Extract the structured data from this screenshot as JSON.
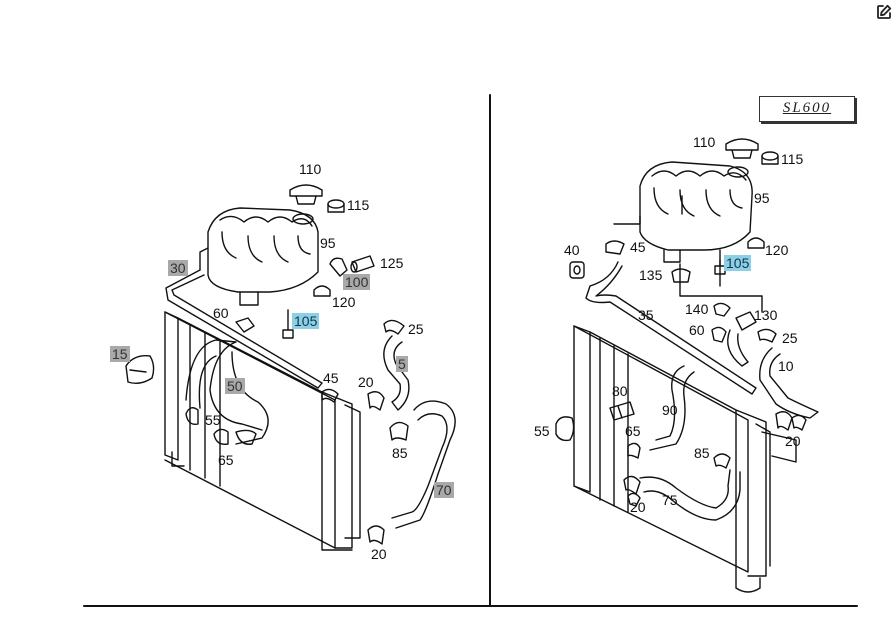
{
  "toolbar": {
    "edit_icon": "edit-icon"
  },
  "variant_badge": "SL600",
  "left_panel": {
    "callouts": [
      {
        "id": "l110",
        "text": "110",
        "highlight": "none"
      },
      {
        "id": "l115",
        "text": "115",
        "highlight": "none"
      },
      {
        "id": "l95",
        "text": "95",
        "highlight": "none"
      },
      {
        "id": "l125",
        "text": "125",
        "highlight": "none"
      },
      {
        "id": "l100",
        "text": "100",
        "highlight": "gray"
      },
      {
        "id": "l120",
        "text": "120",
        "highlight": "none"
      },
      {
        "id": "l30",
        "text": "30",
        "highlight": "gray"
      },
      {
        "id": "l60",
        "text": "60",
        "highlight": "none"
      },
      {
        "id": "l105",
        "text": "105",
        "highlight": "blue"
      },
      {
        "id": "l25",
        "text": "25",
        "highlight": "none"
      },
      {
        "id": "l5",
        "text": "5",
        "highlight": "gray"
      },
      {
        "id": "l15",
        "text": "15",
        "highlight": "gray"
      },
      {
        "id": "l45",
        "text": "45",
        "highlight": "none"
      },
      {
        "id": "l20a",
        "text": "20",
        "highlight": "none"
      },
      {
        "id": "l50",
        "text": "50",
        "highlight": "gray"
      },
      {
        "id": "l55",
        "text": "55",
        "highlight": "none"
      },
      {
        "id": "l65",
        "text": "65",
        "highlight": "none"
      },
      {
        "id": "l85",
        "text": "85",
        "highlight": "none"
      },
      {
        "id": "l70",
        "text": "70",
        "highlight": "gray"
      },
      {
        "id": "l20b",
        "text": "20",
        "highlight": "none"
      }
    ]
  },
  "right_panel": {
    "callouts": [
      {
        "id": "r110",
        "text": "110",
        "highlight": "none"
      },
      {
        "id": "r115",
        "text": "115",
        "highlight": "none"
      },
      {
        "id": "r95",
        "text": "95",
        "highlight": "none"
      },
      {
        "id": "r40",
        "text": "40",
        "highlight": "none"
      },
      {
        "id": "r45",
        "text": "45",
        "highlight": "none"
      },
      {
        "id": "r120",
        "text": "120",
        "highlight": "none"
      },
      {
        "id": "r105",
        "text": "105",
        "highlight": "blue"
      },
      {
        "id": "r135",
        "text": "135",
        "highlight": "none"
      },
      {
        "id": "r140",
        "text": "140",
        "highlight": "none"
      },
      {
        "id": "r130",
        "text": "130",
        "highlight": "none"
      },
      {
        "id": "r35",
        "text": "35",
        "highlight": "none"
      },
      {
        "id": "r60",
        "text": "60",
        "highlight": "none"
      },
      {
        "id": "r25",
        "text": "25",
        "highlight": "none"
      },
      {
        "id": "r10",
        "text": "10",
        "highlight": "none"
      },
      {
        "id": "r80",
        "text": "80",
        "highlight": "none"
      },
      {
        "id": "r90",
        "text": "90",
        "highlight": "none"
      },
      {
        "id": "r55",
        "text": "55",
        "highlight": "none"
      },
      {
        "id": "r65",
        "text": "65",
        "highlight": "none"
      },
      {
        "id": "r20a",
        "text": "20",
        "highlight": "none"
      },
      {
        "id": "r85",
        "text": "85",
        "highlight": "none"
      },
      {
        "id": "r75",
        "text": "75",
        "highlight": "none"
      },
      {
        "id": "r20b",
        "text": "20",
        "highlight": "none"
      }
    ]
  }
}
